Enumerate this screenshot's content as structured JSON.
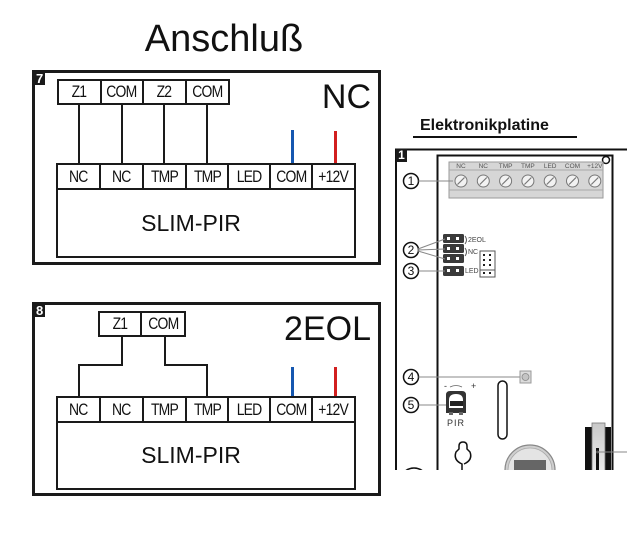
{
  "title": "Anschluß",
  "panels": [
    {
      "number": "7",
      "mode": "NC",
      "top_terminals": [
        "Z1",
        "COM",
        "Z2",
        "COM"
      ],
      "bottom_terminals": [
        "NC",
        "NC",
        "TMP",
        "TMP",
        "LED",
        "COM",
        "+12V"
      ],
      "device": "SLIM-PIR"
    },
    {
      "number": "8",
      "mode": "2EOL",
      "top_terminals": [
        "Z1",
        "COM"
      ],
      "bottom_terminals": [
        "NC",
        "NC",
        "TMP",
        "TMP",
        "LED",
        "COM",
        "+12V"
      ],
      "device": "SLIM-PIR"
    }
  ],
  "pcb": {
    "title": "Elektronikplatine",
    "figure_number": "1",
    "terminal_labels": [
      "NC",
      "NC",
      "TMP",
      "TMP",
      "LED",
      "COM",
      "+12V"
    ],
    "jumper_labels": [
      "2EOL",
      "NC",
      "LED"
    ],
    "potentiometer_label": "PIR",
    "pot_minus": "-",
    "pot_plus": "+",
    "callouts": [
      "1",
      "2",
      "3",
      "4",
      "5"
    ]
  },
  "colors": {
    "com_wire": "#1557b0",
    "plus12v_wire": "#d21f1f",
    "line": "#1a1a1a"
  }
}
